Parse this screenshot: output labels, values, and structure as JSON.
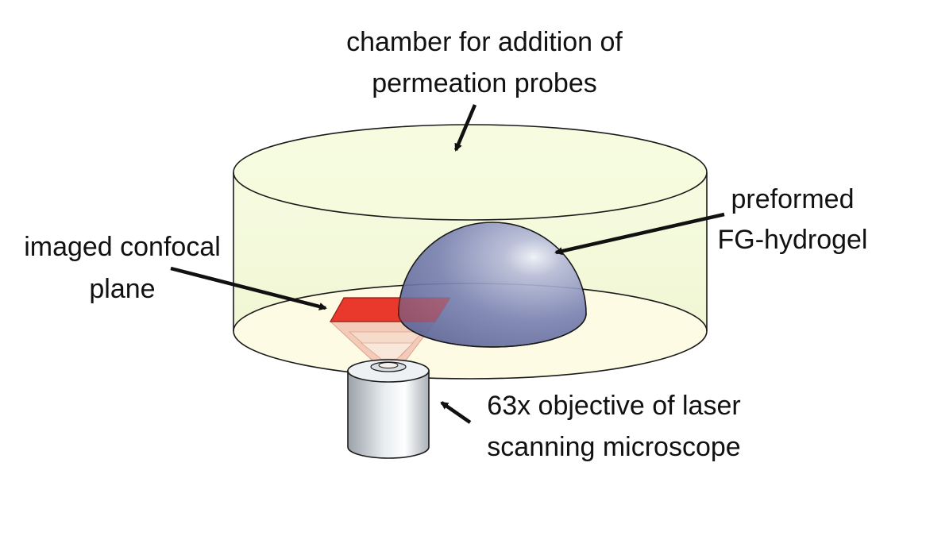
{
  "labels": {
    "chamber_line1": "chamber for addition of",
    "chamber_line2": "permeation probes",
    "hydrogel_line1": "preformed",
    "hydrogel_line2": "FG-hydrogel",
    "plane_line1": "imaged confocal",
    "plane_line2": "plane",
    "objective_line1": "63x objective of laser",
    "objective_line2": "scanning microscope"
  },
  "colors": {
    "chamber_fill": "#F6FBDD",
    "chamber_floor": "#FDFBE3",
    "hydrogel": "#6E77A8",
    "confocal_plane": "#E8392C",
    "light_cone": "#F2C6B4",
    "objective": "#C8CFD6",
    "outline": "#1a1a1a"
  }
}
